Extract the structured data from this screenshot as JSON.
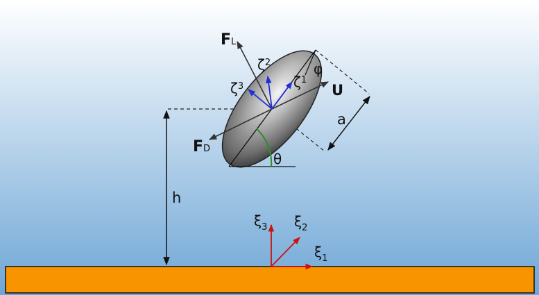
{
  "colors": {
    "sky_top": "#ffffff",
    "sky_bottom": "#6ea6d6",
    "ground": "#f79400",
    "ground_edge": "#111111",
    "body_vector": "#333333",
    "zeta_axes": "#1f2fd6",
    "xi_axes": "#cc1111",
    "angle_arc": "#2a8f2a",
    "dashed": "#222222"
  },
  "labels": {
    "lift_main": "F",
    "lift_sub": "L",
    "drag_main": "F",
    "drag_sub": "D",
    "velocity": "U",
    "zeta1_main": "ζ",
    "zeta1_sub": "1",
    "zeta2_main": "ζ",
    "zeta2_sub": "2",
    "zeta3_main": "ζ",
    "zeta3_sub": "3",
    "xi1_main": "ξ",
    "xi1_sub": "1",
    "xi2_main": "ξ",
    "xi2_sub": "2",
    "xi3_main": "ξ",
    "xi3_sub": "3",
    "phi": "φ",
    "theta": "θ",
    "semi_axis": "a",
    "height": "h"
  },
  "icons": {
    "particle": "ellipsoid-particle",
    "ground": "wall-plane"
  }
}
